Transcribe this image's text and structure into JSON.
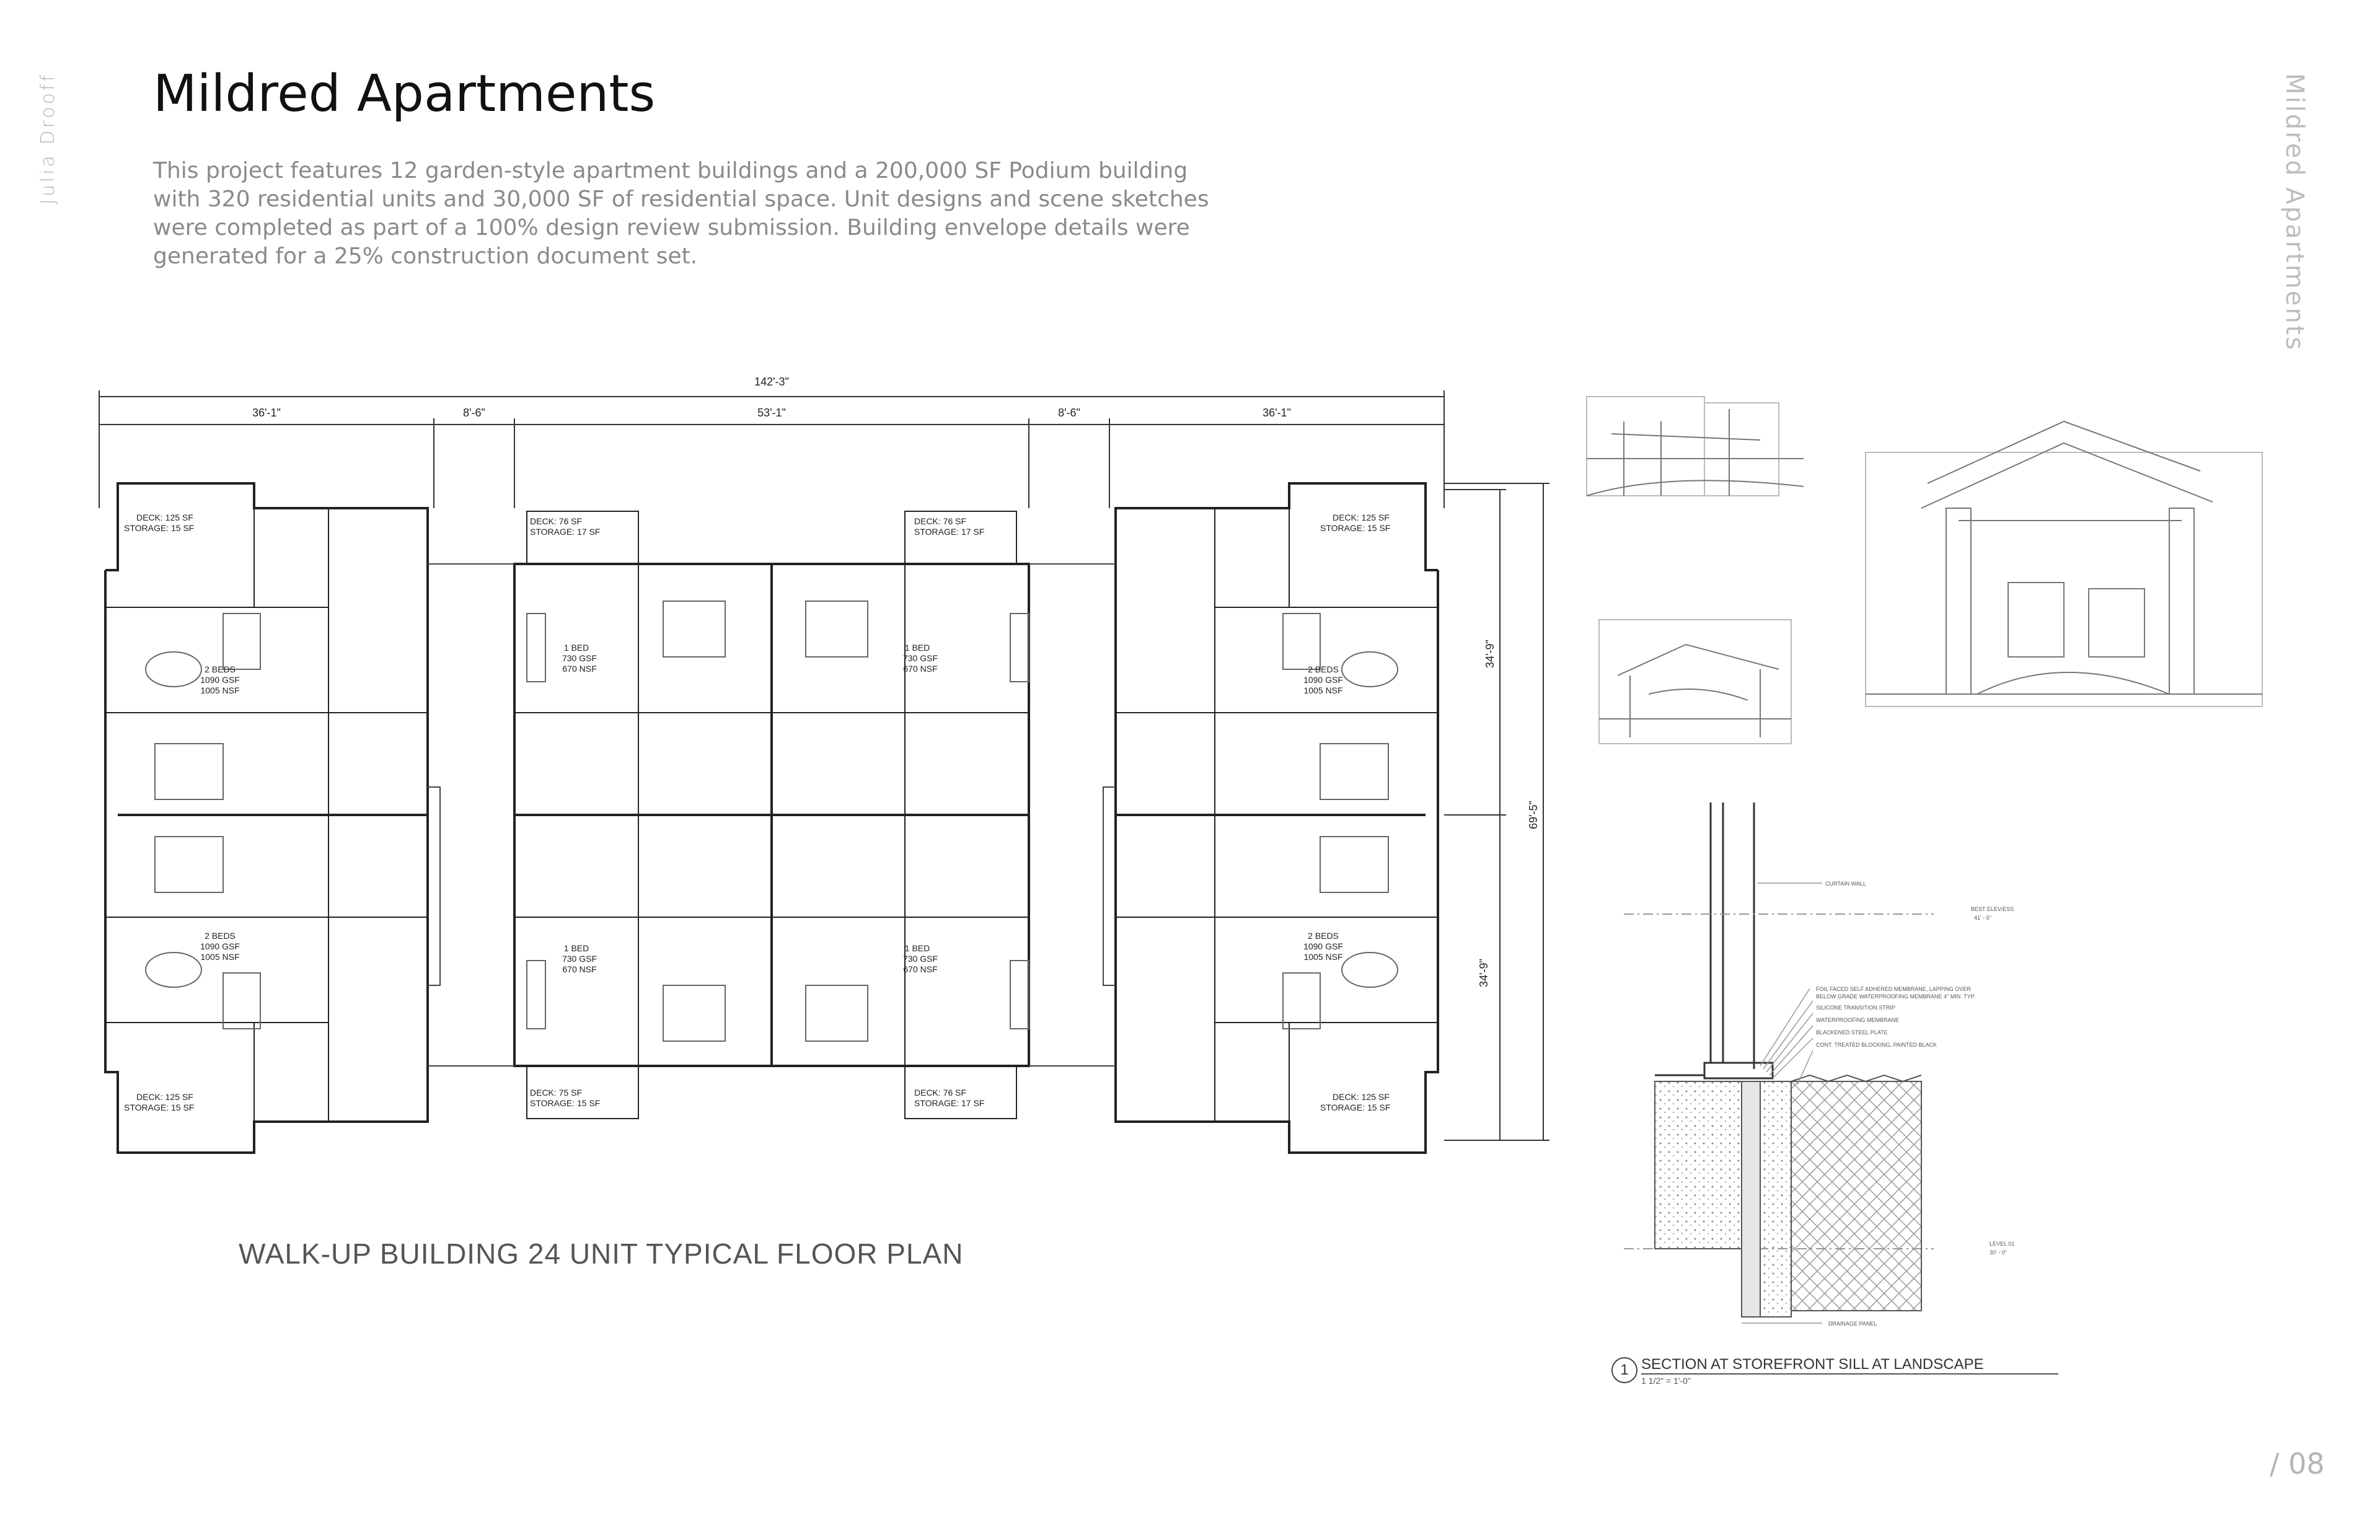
{
  "side": {
    "author": "Julia Drooff",
    "project": "Mildred Apartments"
  },
  "header": {
    "title": "Mildred Apartments",
    "intro": "This project features 12 garden-style apartment buildings and a 200,000 SF Podium building with 320 residential units and 30,000 SF of residential space. Unit designs and scene sketches were completed as part of a 100% design review submission. Building envelope details were generated for a 25% construction document set."
  },
  "plan": {
    "caption": "WALK-UP BUILDING 24 UNIT TYPICAL FLOOR PLAN",
    "dims": {
      "overall": "142'-3\"",
      "left": "36'-1\"",
      "gap_left": "8'-6\"",
      "center": "53'-1\"",
      "gap_right": "8'-6\"",
      "right": "36'-1\"",
      "depth_total": "69'-5\"",
      "depth_upper": "34'-9\"",
      "depth_lower": "34'-9\""
    },
    "units": {
      "two_bed": [
        "2 BEDS",
        "1090 GSF",
        "1005 NSF"
      ],
      "one_bed": [
        "1 BED",
        "730 GSF",
        "670 NSF"
      ]
    },
    "decks": {
      "outer": [
        "DECK: 125 SF",
        "STORAGE: 15 SF"
      ],
      "inner_top": [
        "DECK: 76 SF",
        "STORAGE: 17 SF"
      ],
      "inner_bottom_left": [
        "DECK: 75 SF",
        "STORAGE: 15 SF"
      ],
      "inner_bottom_right": [
        "DECK: 76 SF",
        "STORAGE: 17 SF"
      ]
    }
  },
  "section": {
    "number": "1",
    "title": "SECTION AT STOREFRONT SILL AT LANDSCAPE",
    "scale": "1 1/2\" = 1'-0\"",
    "notes": {
      "curtain_wall": "CURTAIN WALL",
      "best_elev": "BEST ELEV/ESS",
      "best_elev_value": "41' - 5\"",
      "membrane_1": "FOIL FACED SELF ADHERED MEMBRANE, LAPPING OVER",
      "membrane_2": "BELOW GRADE WATERPROOFING MEMBRANE 4\" MIN. TYP.",
      "silicone": "SILICONE TRANSITION STRIP",
      "waterproofing": "WATERPROOFING MEMBRANE",
      "steel_plate": "BLACKENED STEEL PLATE",
      "blocking": "CONT. TREATED BLOCKING, PAINTED BLACK",
      "level": "LEVEL 01",
      "level_value": "30' - 0\"",
      "drainage": "DRAINAGE PANEL"
    }
  },
  "page_number": "/ 08"
}
